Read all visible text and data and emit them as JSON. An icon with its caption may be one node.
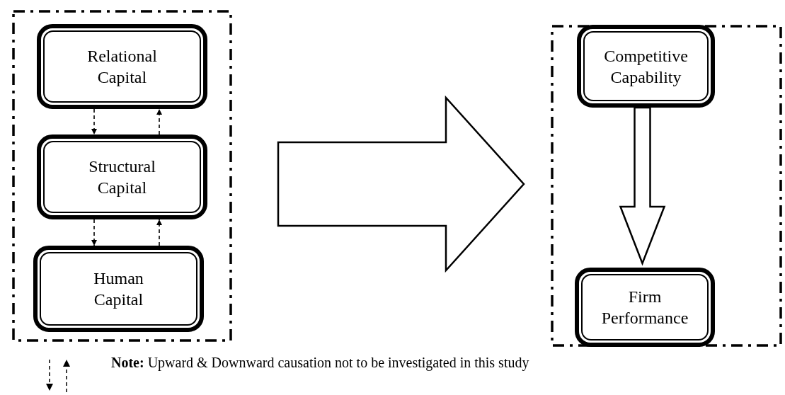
{
  "diagram": {
    "nodes": [
      {
        "text": [],
        "shape": "box"
      },
      {
        "text": [
          "Relational Capital"
        ],
        "in": 0
      },
      {
        "text": [
          "Structural Capital"
        ],
        "in": 0
      },
      {
        "text": [
          "Human Capital"
        ],
        "in": 0
      },
      {
        "text": [],
        "shape": "box"
      },
      {
        "text": [
          "Competitive Capability"
        ],
        "in": 4
      },
      {
        "text": [
          "Firm Performance"
        ],
        "in": 4
      }
    ],
    "edges": [
      {
        "from": 1,
        "to": 2,
        "arrow": "to",
        "style": "dashed"
      },
      {
        "from": 2,
        "to": 1,
        "arrow": "to",
        "style": "dashed"
      },
      {
        "from": 2,
        "to": 3,
        "arrow": "to",
        "style": "dashed"
      },
      {
        "from": 3,
        "to": 2,
        "arrow": "to",
        "style": "dashed"
      },
      {
        "from": 0,
        "to": 4,
        "arrow": "to",
        "style": "thick"
      },
      {
        "from": 5,
        "to": 6,
        "arrow": "to",
        "style": "thick"
      }
    ],
    "labels": [
      "**Note:** Upward & Downward causation not to be investigated in this study"
    ]
  }
}
